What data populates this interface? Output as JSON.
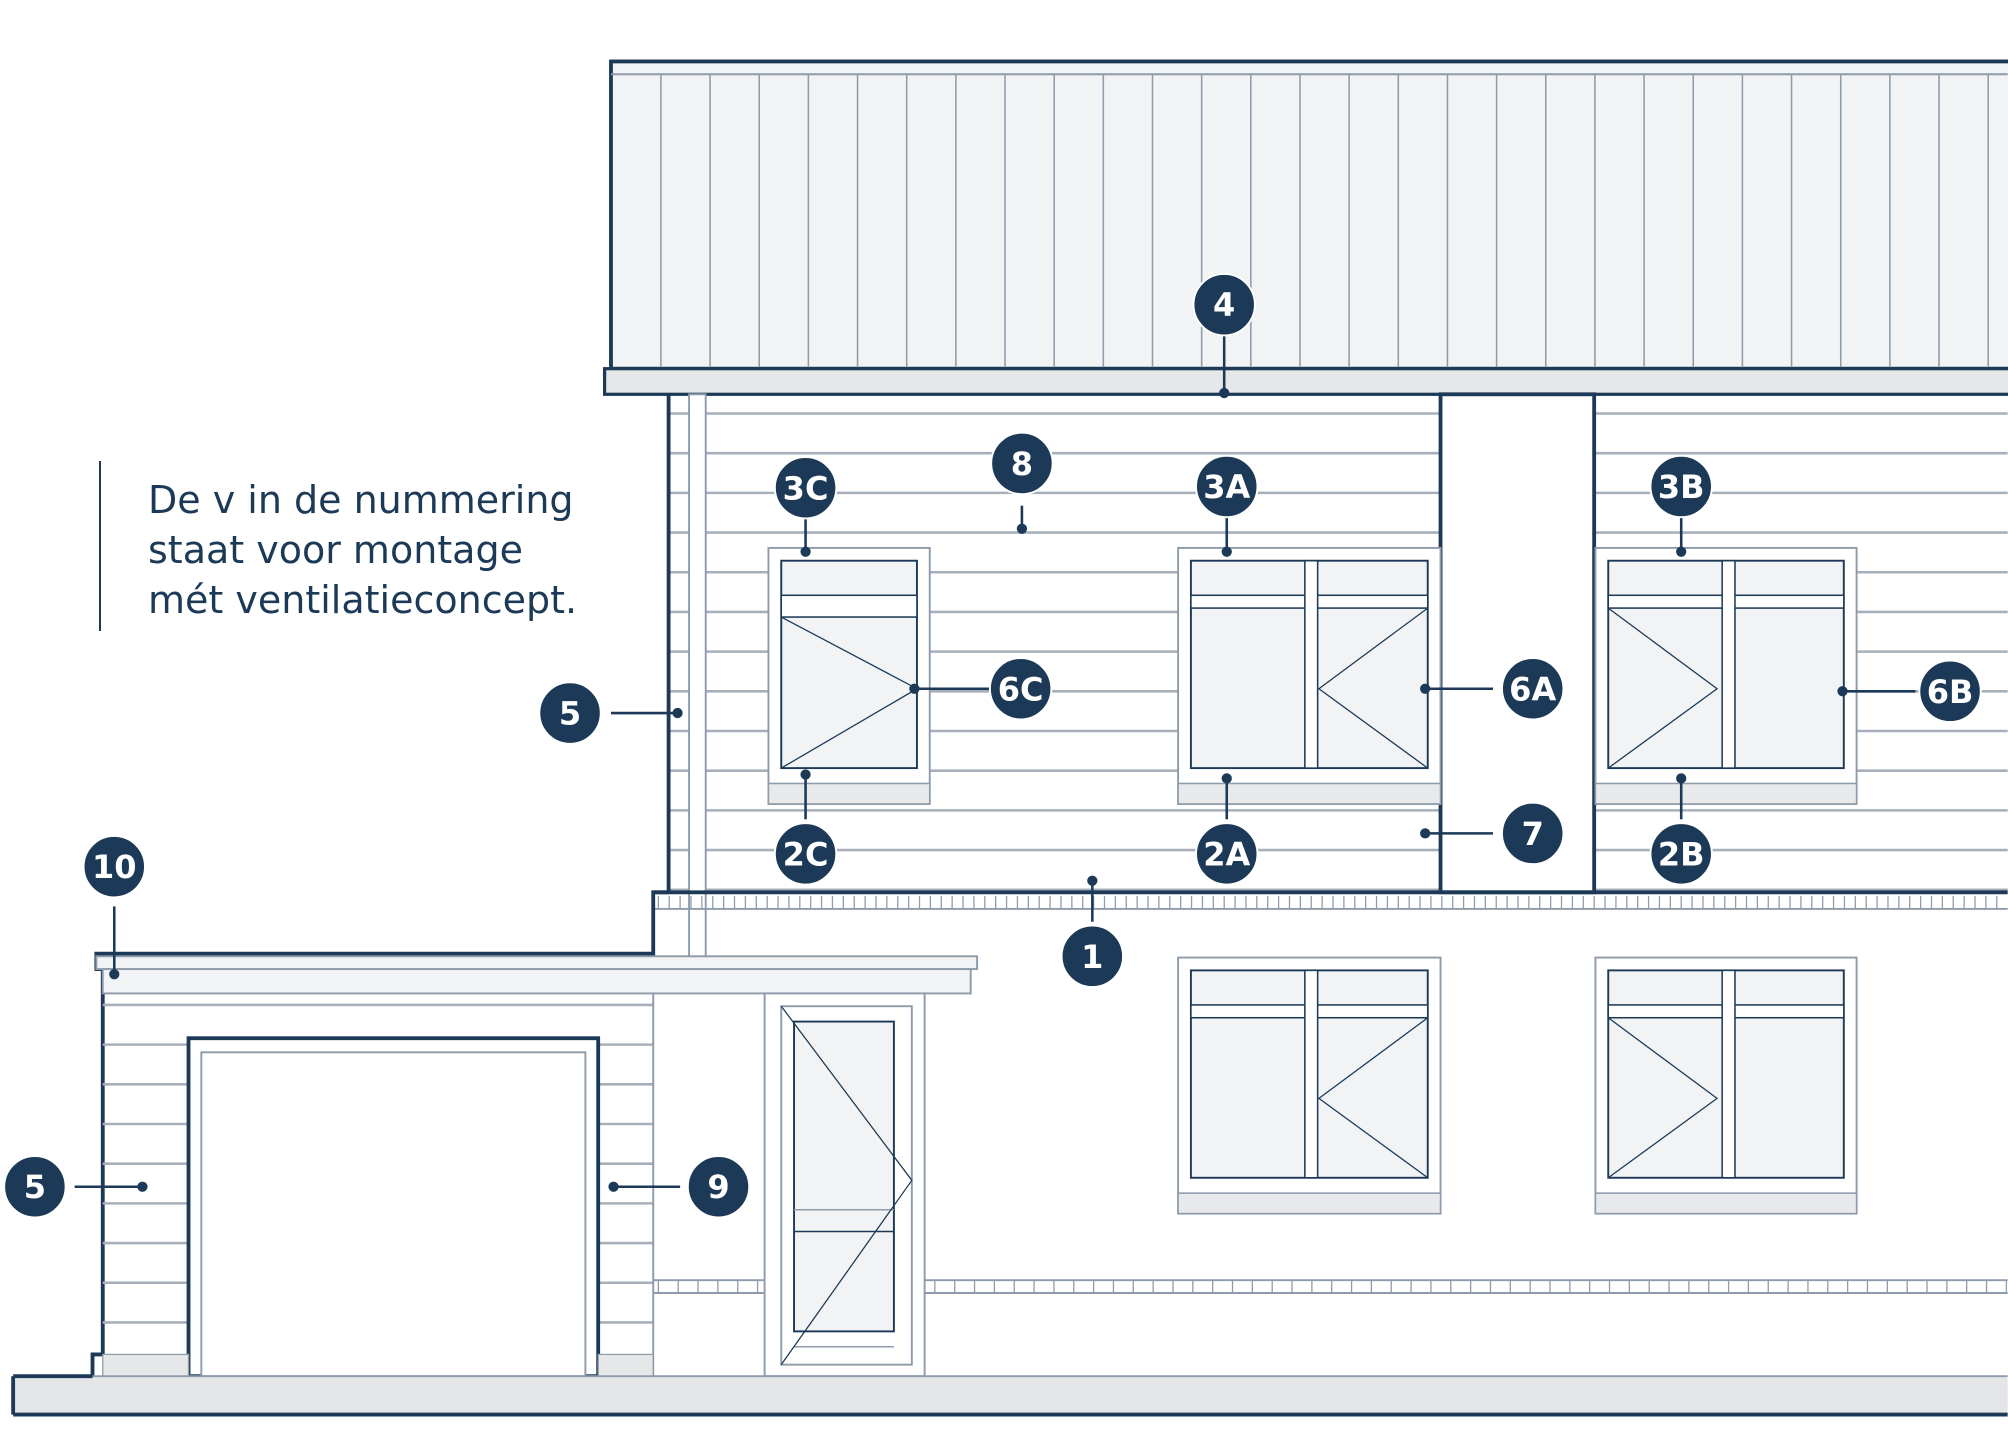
{
  "note": {
    "lines": [
      "De v in de nummering",
      "staat voor montage",
      "mét ventilatieconcept."
    ]
  },
  "markers": [
    "4",
    "3C",
    "8",
    "3A",
    "3B",
    "6C",
    "6A",
    "6B",
    "2C",
    "2A",
    "2B",
    "7",
    "1",
    "5",
    "10",
    "5",
    "9"
  ],
  "colors": {
    "navy": "#1c3a57",
    "line": "#8d9bab",
    "fill": "#f2f3f4",
    "ground": "#e4e5e6"
  }
}
